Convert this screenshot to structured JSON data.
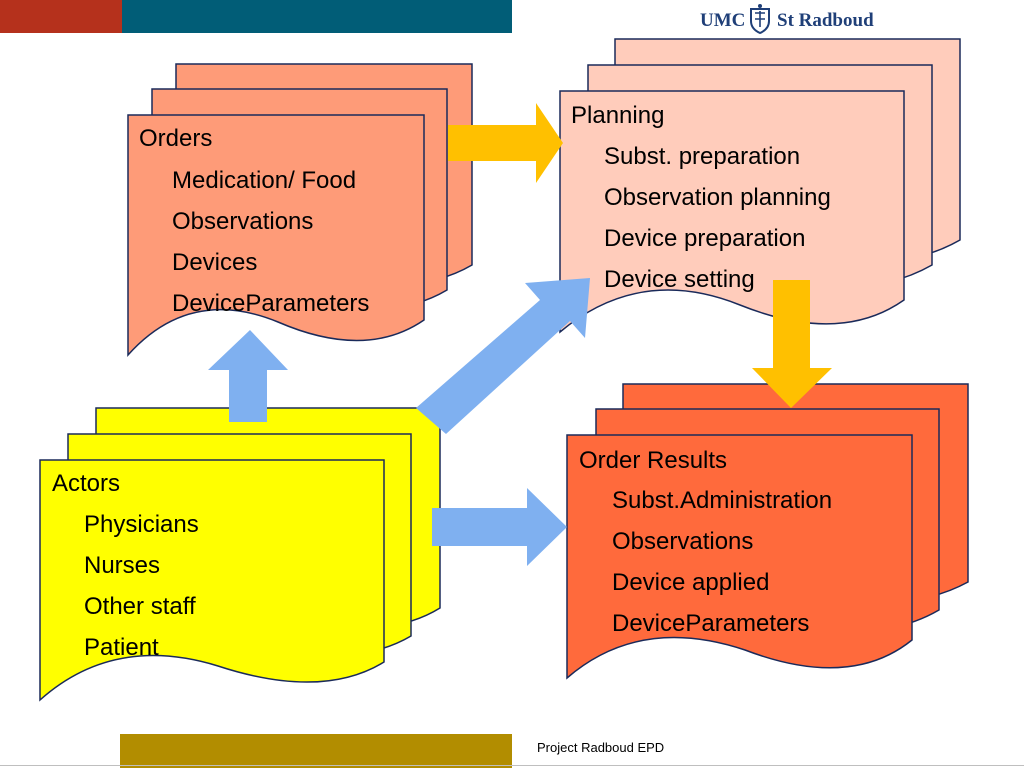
{
  "header": {
    "logo_left": "UMC",
    "logo_right": "St Radboud",
    "orange_bar_color": "#b5311c",
    "teal_bar_color": "#015d77"
  },
  "footer": {
    "text": "Project Radboud EPD",
    "bar_color": "#b28d00"
  },
  "diagram": {
    "orders": {
      "title": "Orders",
      "items": [
        "Medication/ Food",
        "Observations",
        "Devices",
        "DeviceParameters"
      ],
      "color": "#fe9b78"
    },
    "planning": {
      "title": "Planning",
      "items": [
        "Subst. preparation",
        "Observation planning",
        "Device preparation",
        "Device setting"
      ],
      "color": "#ffccbb"
    },
    "actors": {
      "title": "Actors",
      "items": [
        "Physicians",
        "Nurses",
        "Other staff",
        "Patient"
      ],
      "color": "#ffff00"
    },
    "results": {
      "title": "Order Results",
      "items": [
        "Subst.Administration",
        "Observations",
        "Device applied",
        "DeviceParameters"
      ],
      "color": "#ff6a3c"
    },
    "arrow_colors": {
      "gold": "#ffc000",
      "blue": "#7fb0f0"
    }
  }
}
